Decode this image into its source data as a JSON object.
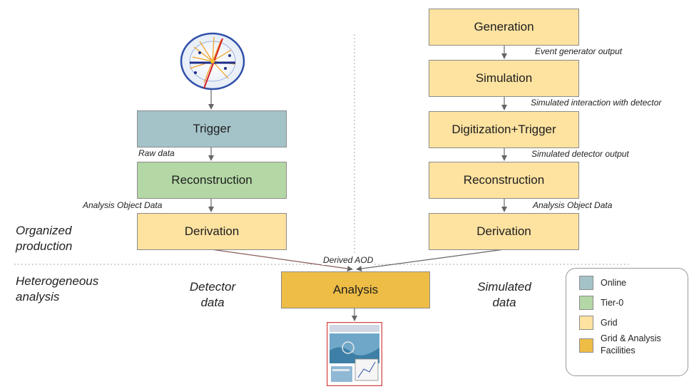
{
  "left_chain": {
    "trigger": "Trigger",
    "reconstruction": "Reconstruction",
    "derivation": "Derivation",
    "raw_data": "Raw data",
    "aod": "Analysis Object Data"
  },
  "right_chain": {
    "generation": "Generation",
    "event_output": "Event generator output",
    "simulation": "Simulation",
    "sim_interaction": "Simulated interaction with detector",
    "digitization": "Digitization+Trigger",
    "sim_output": "Simulated detector output",
    "reconstruction": "Reconstruction",
    "aod": "Analysis Object Data",
    "derivation": "Derivation"
  },
  "center": {
    "derived_aod": "Derived AOD",
    "analysis": "Analysis"
  },
  "side_labels": {
    "organized_1": "Organized",
    "organized_2": "production",
    "heterogeneous_1": "Heterogeneous",
    "heterogeneous_2": "analysis",
    "detector_1": "Detector",
    "detector_2": "data",
    "simulated_1": "Simulated",
    "simulated_2": "data"
  },
  "legend": [
    {
      "label": "Online",
      "color": "#a4c3c9"
    },
    {
      "label": "Tier-0",
      "color": "#b4d8a5"
    },
    {
      "label": "Grid",
      "color": "#fde2a0"
    },
    {
      "label_1": "Grid & Analysis",
      "label_2": "Facilities",
      "color": "#eebd46"
    }
  ]
}
